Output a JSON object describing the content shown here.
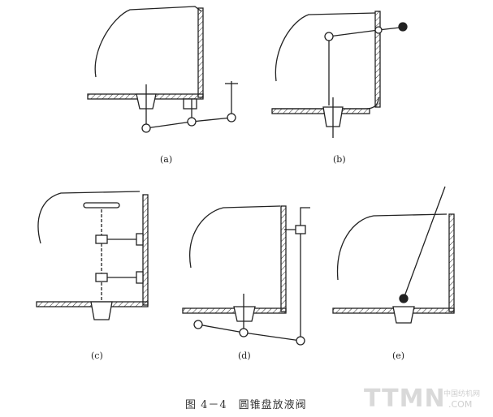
{
  "figure": {
    "caption": "图 4－4　圆锥盘放液阀",
    "panels": [
      {
        "label": "(a)"
      },
      {
        "label": "(b)"
      },
      {
        "label": "(c)"
      },
      {
        "label": "(d)"
      },
      {
        "label": "(e)"
      }
    ]
  },
  "watermark": {
    "main": "TTMN",
    "sub_cn": "中国纺机网",
    "sub_com": ".COM"
  }
}
